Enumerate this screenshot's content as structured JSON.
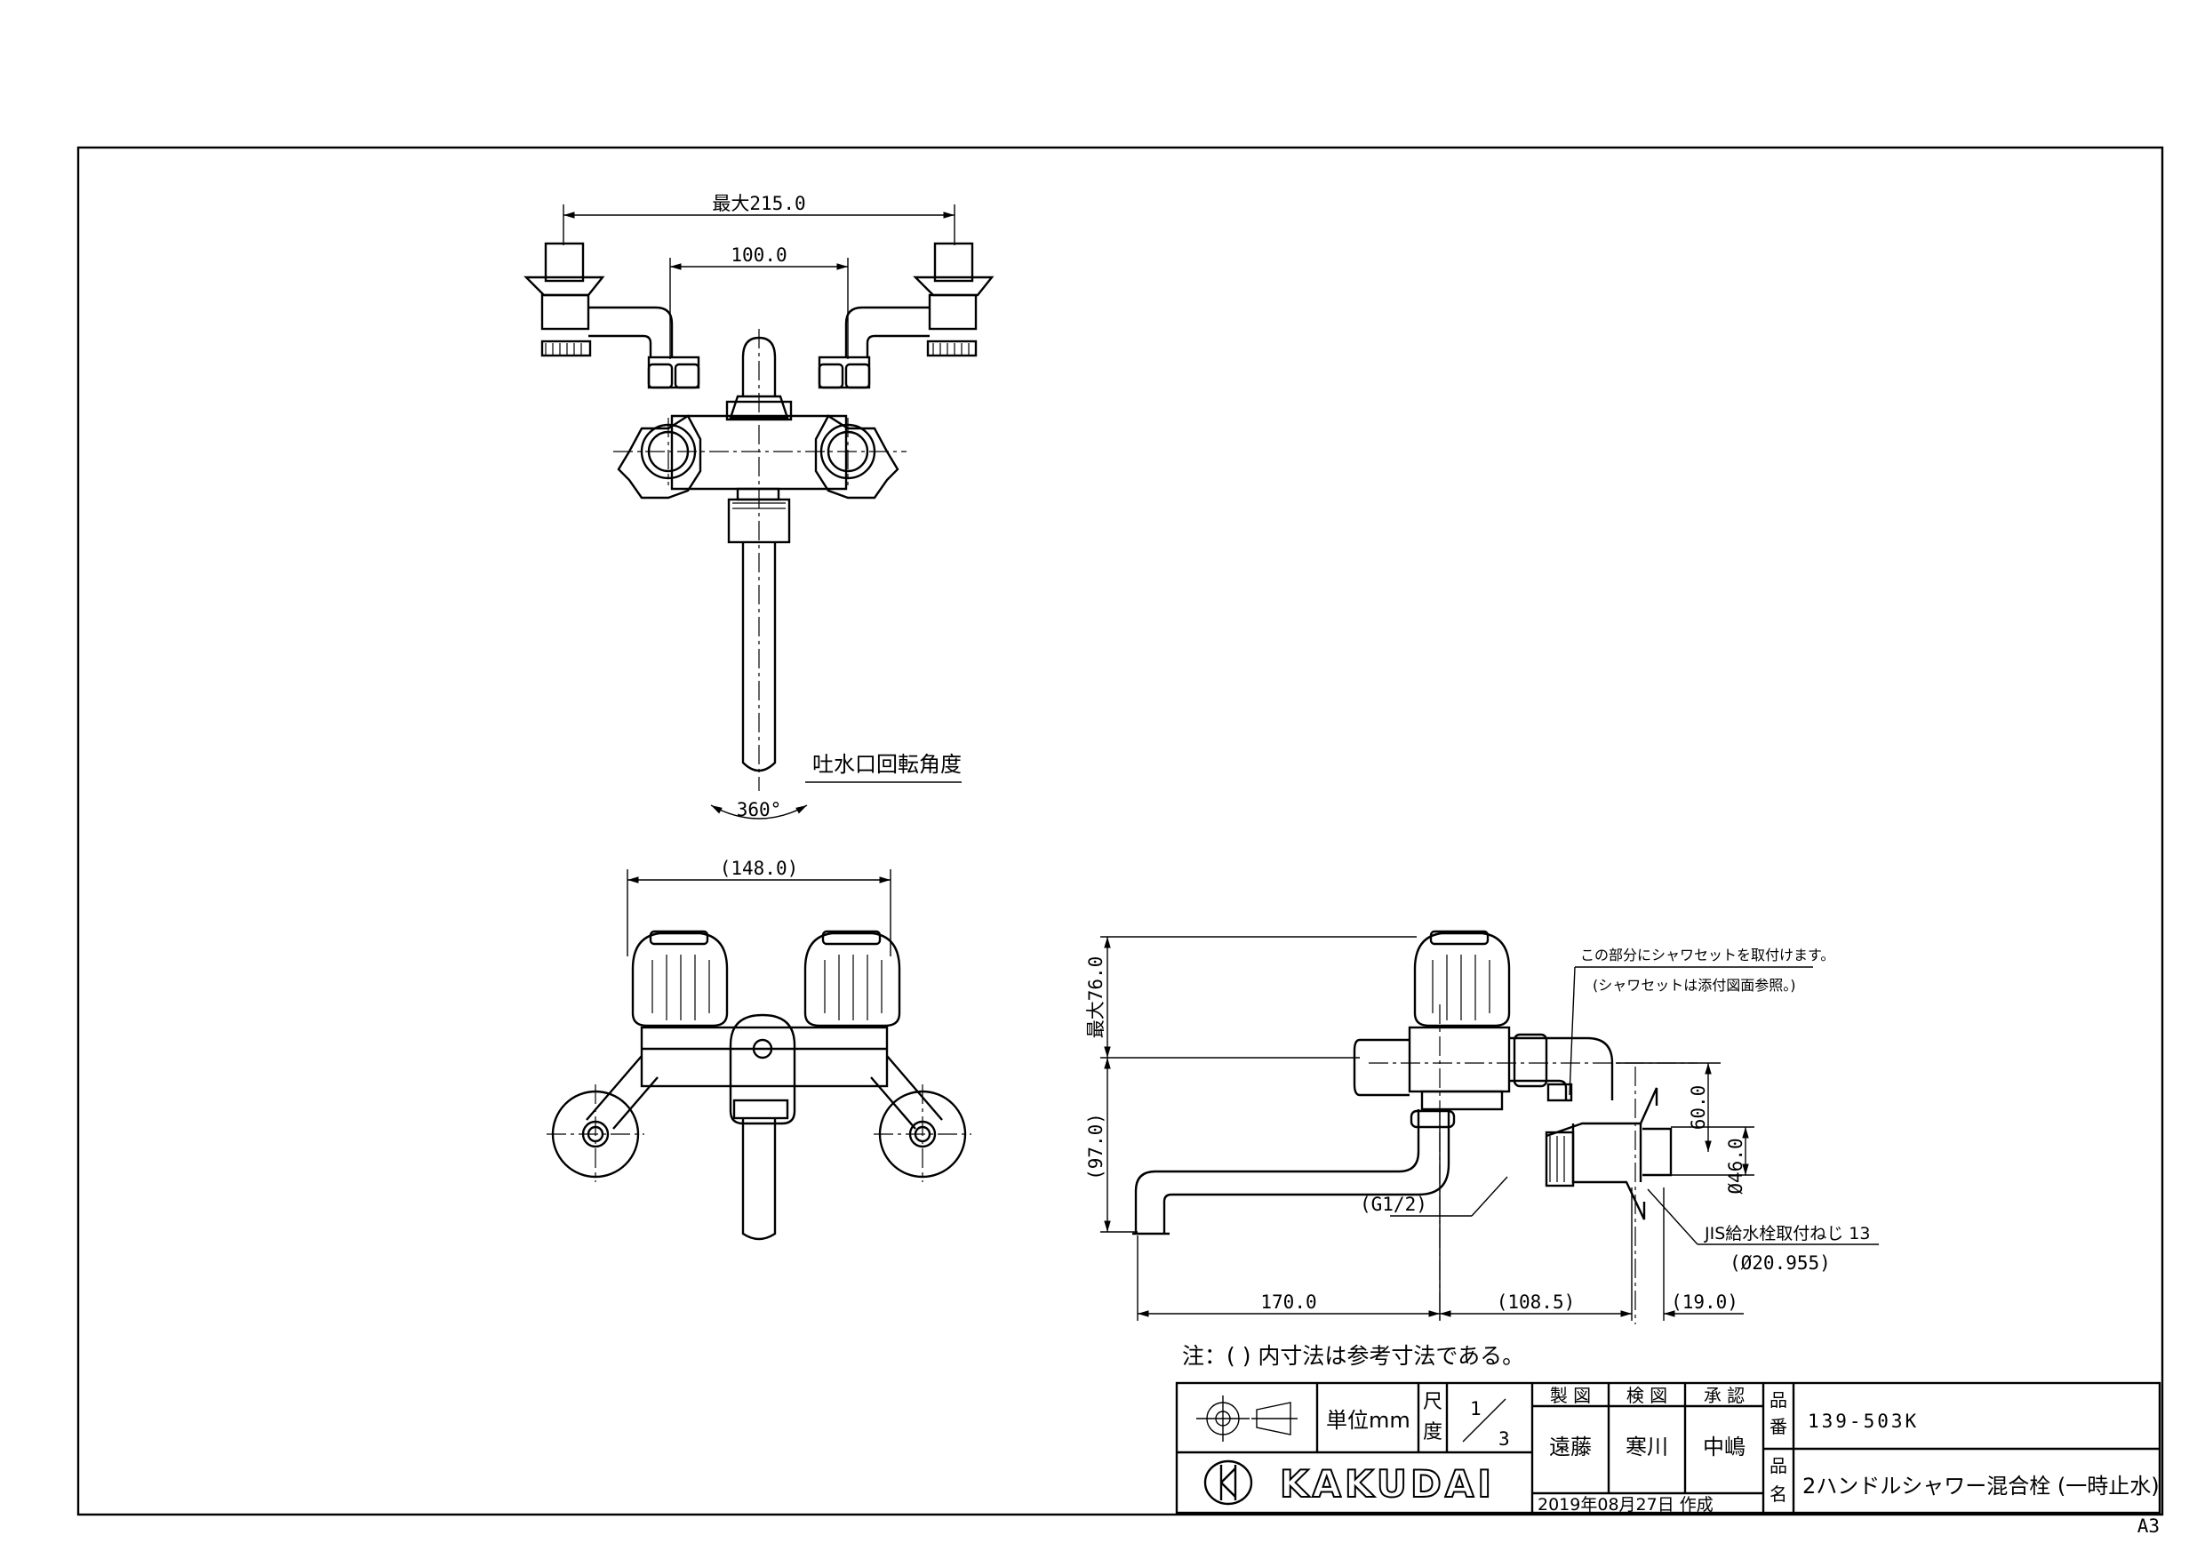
{
  "dimensions": {
    "top_max_width": "最大215.0",
    "top_center_width": "100.0",
    "spout_rotation_label": "吐水口回転角度",
    "spout_rotation_angle": "360°",
    "front_width": "(148.0)",
    "side_height_top": "最大76.0",
    "side_height_bottom": "(97.0)",
    "side_spout_length": "170.0",
    "side_body_length": "(108.5)",
    "side_inlet_length": "(19.0)",
    "side_inlet_height": "60.0",
    "side_inlet_diameter": "Ø46.0",
    "thread_label": "(G1/2)",
    "shower_note_1": "この部分にシャワセットを取付けます。",
    "shower_note_2": "(シャワセットは添付図面参照。)",
    "jis_note_1": "JIS給水栓取付ねじ 13",
    "jis_note_2": "(Ø20.955)"
  },
  "note": "注：( ) 内寸法は参考寸法である。",
  "title_block": {
    "unit": "単位mm",
    "scale_label_1": "尺",
    "scale_label_2": "度",
    "scale_num": "1",
    "scale_den": "3",
    "drawn_label": "製 図",
    "checked_label": "検 図",
    "approved_label": "承 認",
    "drawn_by": "遠藤",
    "checked_by": "寒川",
    "approved_by": "中嶋",
    "part_no_label_1": "品",
    "part_no_label_2": "番",
    "part_no": "139-503K",
    "part_name_label_1": "品",
    "part_name_label_2": "名",
    "part_name": "2ハンドルシャワー混合栓 (一時止水)",
    "date": "2019年08月27日 作成",
    "brand": "KAKUDAI"
  },
  "sheet_size": "A3"
}
